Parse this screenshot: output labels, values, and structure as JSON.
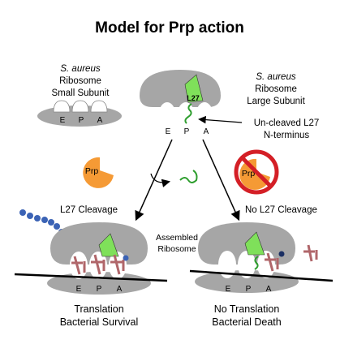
{
  "title": "Model for Prp action",
  "small_subunit_label": {
    "line1": "S. aureus",
    "line2": "Ribosome",
    "line3": "Small Subunit"
  },
  "large_subunit_label": {
    "line1": "S. aureus",
    "line2": "Ribosome",
    "line3": "Large Subunit"
  },
  "protein_label": "L27",
  "sites": [
    "E",
    "P",
    "A"
  ],
  "uncleaved_label": {
    "line1": "Un-cleaved L27",
    "line2": "N-terminus"
  },
  "prp_label": "Prp",
  "left_branch": {
    "label": "L27 Cleavage",
    "outcome_line1": "Translation",
    "outcome_line2": "Bacterial Survival"
  },
  "right_branch": {
    "label": "No L27 Cleavage",
    "outcome_line1": "No Translation",
    "outcome_line2": "Bacterial Death"
  },
  "assembled_label": {
    "line1": "Assembled",
    "line2": "Ribosome"
  },
  "colors": {
    "subunit_gray": "#a6a6a6",
    "site_white": "#ffffff",
    "l27_green": "#7fe05a",
    "prp_orange": "#f59a35",
    "prohibit_red": "#d41f26",
    "trna_pink": "#d8a0a0",
    "chain_blue": "#3b63b5",
    "mrna_black": "#000000"
  }
}
